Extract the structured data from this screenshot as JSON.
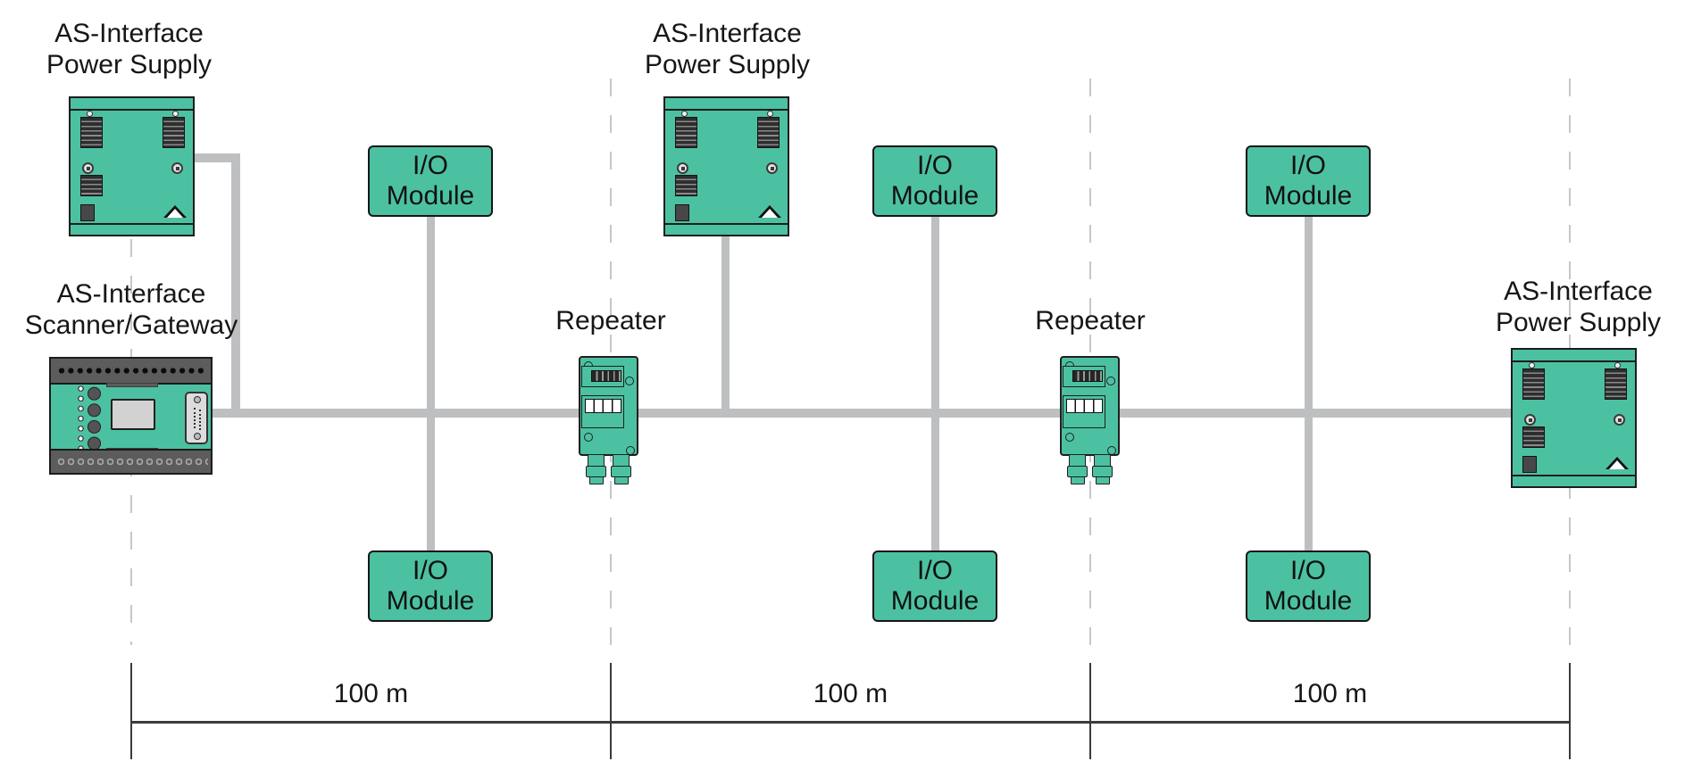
{
  "diagram": {
    "devices": {
      "power_supply_1": {
        "label_line1": "AS-Interface",
        "label_line2": "Power Supply"
      },
      "scanner_gateway": {
        "label_line1": "AS-Interface",
        "label_line2": "Scanner/Gateway"
      },
      "power_supply_2": {
        "label_line1": "AS-Interface",
        "label_line2": "Power Supply"
      },
      "power_supply_3": {
        "label_line1": "AS-Interface",
        "label_line2": "Power Supply"
      },
      "repeater_1": {
        "label": "Repeater"
      },
      "repeater_2": {
        "label": "Repeater"
      }
    },
    "io_modules": [
      {
        "position": "top-segment-1",
        "line1": "I/O",
        "line2": "Module"
      },
      {
        "position": "top-segment-2",
        "line1": "I/O",
        "line2": "Module"
      },
      {
        "position": "top-segment-3",
        "line1": "I/O",
        "line2": "Module"
      },
      {
        "position": "bottom-segment-1",
        "line1": "I/O",
        "line2": "Module"
      },
      {
        "position": "bottom-segment-2",
        "line1": "I/O",
        "line2": "Module"
      },
      {
        "position": "bottom-segment-3",
        "line1": "I/O",
        "line2": "Module"
      }
    ],
    "segments": [
      {
        "distance": "100 m"
      },
      {
        "distance": "100 m"
      },
      {
        "distance": "100 m"
      }
    ],
    "colors": {
      "device_fill": "#4cc1a2",
      "device_border": "#1c1c1c",
      "cable_gray": "#bdbfc1",
      "dashed_line": "#c5c7c8",
      "dimension_line": "#3b3b3b",
      "text": "#161616"
    }
  }
}
